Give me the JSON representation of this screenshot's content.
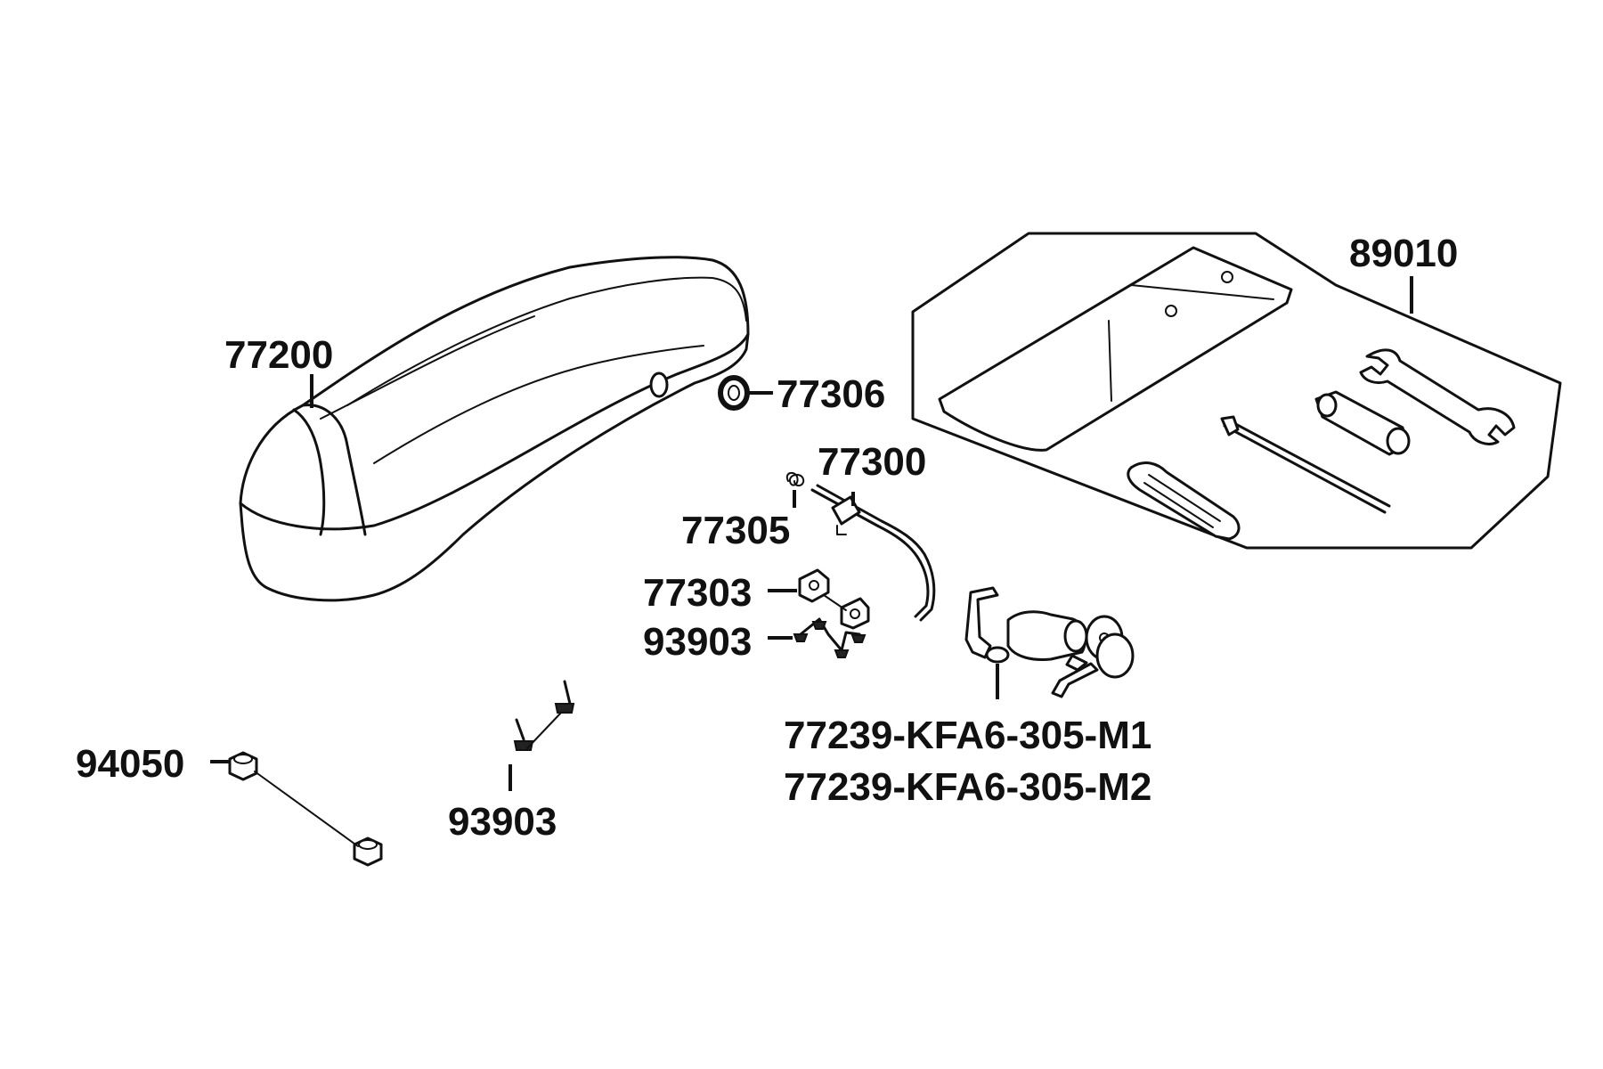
{
  "labels": {
    "seat": "77200",
    "grommet": "77306",
    "hinge_rod": "77300",
    "spring": "77305",
    "bracket": "77303",
    "screws_upper": "93903",
    "tool_kit": "89010",
    "lock_m1": "77239-KFA6-305-M1",
    "lock_m2": "77239-KFA6-305-M2",
    "nut": "94050",
    "screws_lower": "93903"
  }
}
